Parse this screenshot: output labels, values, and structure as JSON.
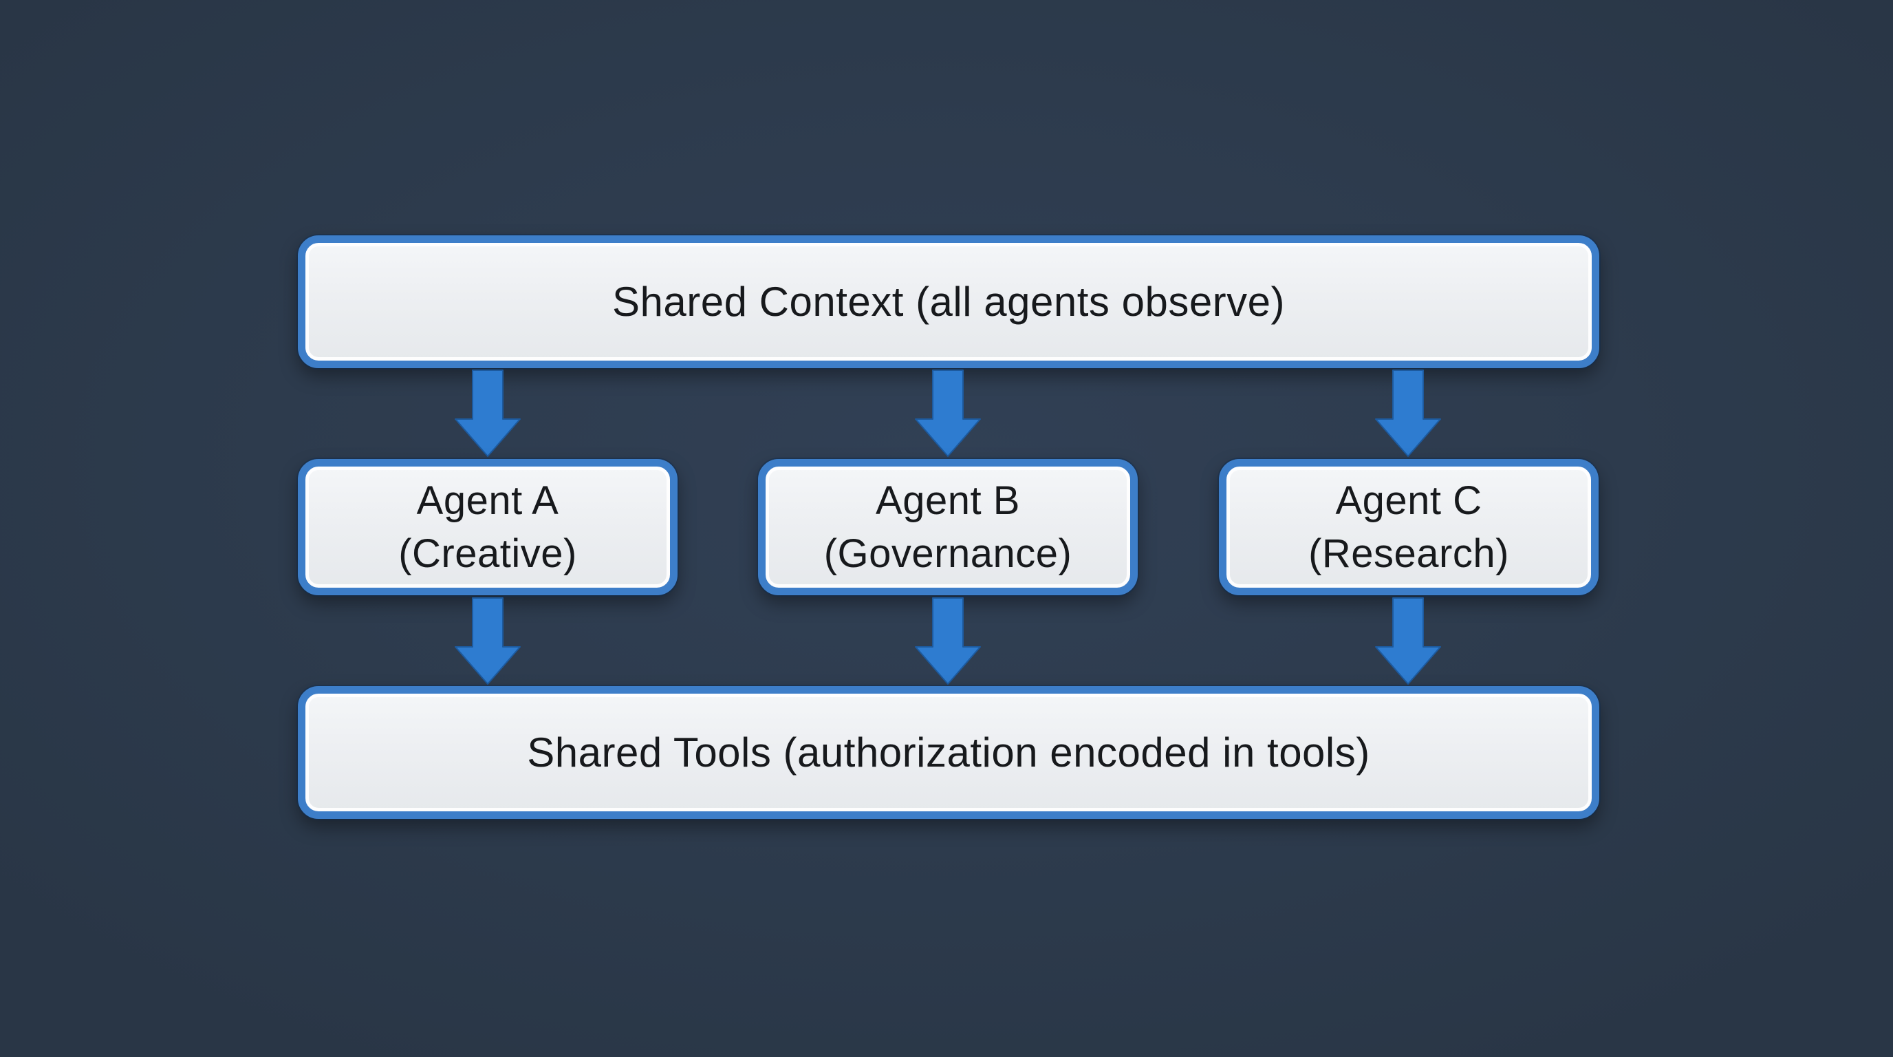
{
  "diagram": {
    "top_box": {
      "label": "Shared Context (all agents observe)"
    },
    "agents": [
      {
        "line1": "Agent A",
        "line2": "(Creative)"
      },
      {
        "line1": "Agent B",
        "line2": "(Governance)"
      },
      {
        "line1": "Agent C",
        "line2": "(Research)"
      }
    ],
    "bottom_box": {
      "label": "Shared Tools (authorization encoded in tools)"
    },
    "icons": {
      "arrow": "down-block-arrow-icon"
    },
    "colors": {
      "background": "#2d3b4d",
      "box_fill": "#edeff2",
      "box_border": "#3d7ec9",
      "arrow_fill": "#2e7cd0",
      "arrow_edge": "#1d5a9e",
      "text": "#17191c"
    }
  }
}
